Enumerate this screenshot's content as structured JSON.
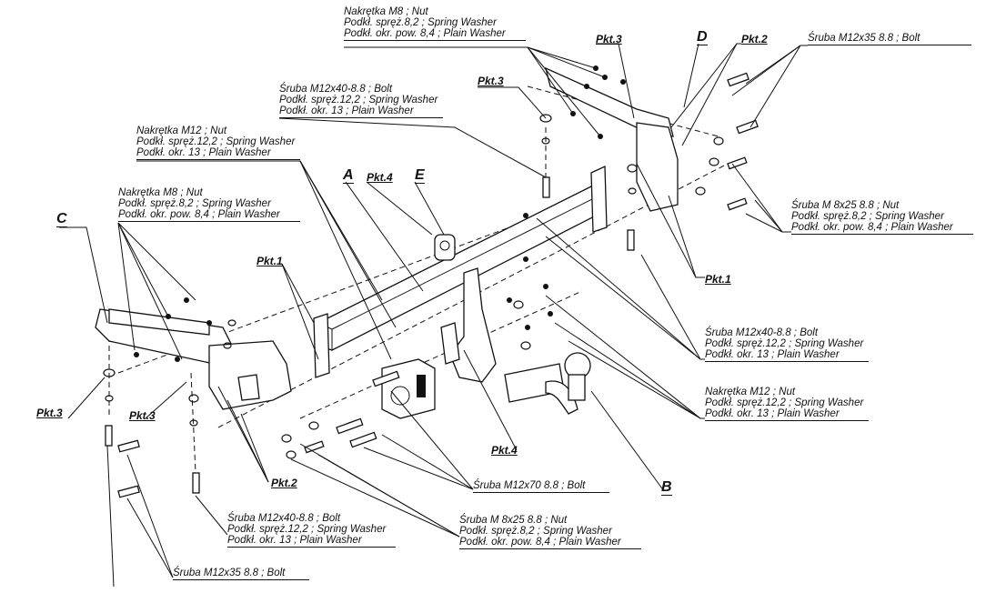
{
  "labels": {
    "top_center": [
      "Nakrętka  M8 ; Nut",
      "Podkł. spręż.8,2 ; Spring Washer",
      "Podkł. okr. pow. 8,4 ; Plain Washer"
    ],
    "bolt_m12x40_top": [
      "Śruba M12x40-8.8 ;  Bolt",
      "Podkł. spręż.12,2 ; Spring Washer",
      "Podkł. okr. 13 ; Plain Washer"
    ],
    "nut_m12_left": [
      "Nakrętka  M12 ; Nut",
      "Podkł. spręż.12,2 ; Spring Washer",
      "Podkł. okr. 13 ; Plain Washer"
    ],
    "nut_m8_left": [
      "Nakrętka  M8 ; Nut",
      "Podkł. spręż.8,2 ; Spring Washer",
      "Podkł. okr. pow. 8,4 ; Plain Washer"
    ],
    "bolt_m12x35_top_right": [
      "Śruba M12x35 8.8 ;  Bolt"
    ],
    "m8x25_right": [
      "Śruba M 8x25 8.8 ; Nut",
      "Podkł. spręż.8,2 ; Spring Washer",
      "Podkł. okr. pow. 8,4 ; Plain Washer"
    ],
    "bolt_m12x40_right": [
      "Śruba M12x40-8.8 ;  Bolt",
      "Podkł. spręż.12,2 ; Spring Washer",
      "Podkł. okr. 13 ; Plain Washer"
    ],
    "nut_m12_right": [
      "Nakrętka  M12 ; Nut",
      "Podkł. spręż.12,2 ; Spring Washer",
      "Podkł. okr. 13 ; Plain Washer"
    ],
    "bolt_m12x70": [
      "Śruba M12x70 8.8 ;  Bolt"
    ],
    "m8x25_bottom": [
      "Śruba M 8x25 8.8 ; Nut",
      "Podkł. spręż.8,2 ; Spring Washer",
      "Podkł. okr. pow. 8,4 ; Plain Washer"
    ],
    "bolt_m12x40_bottom": [
      "Śruba M12x40-8.8 ;  Bolt",
      "Podkł. spręż.12,2 ; Spring Washer",
      "Podkł. okr. 13 ; Plain Washer"
    ],
    "bolt_m12x35_bottom": [
      "Śruba M12x35 8.8 ;  Bolt"
    ]
  },
  "tags": {
    "pkt3_top": "Pkt.3",
    "pkt3_center": "Pkt.3",
    "pkt2_top": "Pkt.2",
    "pkt4_top": "Pkt.4",
    "pkt1_left": "Pkt.1",
    "pkt1_right": "Pkt.1",
    "pkt3_left": "Pkt.3",
    "pkt3_left2": "Pkt.3",
    "pkt2_bottom": "Pkt.2",
    "pkt4_bottom": "Pkt.4"
  },
  "parts": {
    "A": "A",
    "B": "B",
    "C": "C",
    "D": "D",
    "E": "E"
  }
}
